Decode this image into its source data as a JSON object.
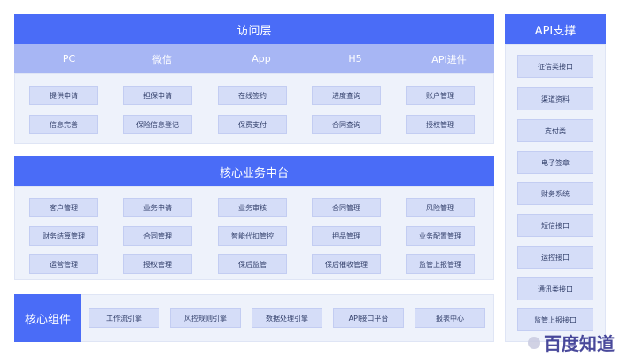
{
  "access_layer": {
    "title": "访问层",
    "tabs": [
      "PC",
      "微信",
      "App",
      "H5",
      "API进件"
    ],
    "rows": [
      [
        "提供申请",
        "担保申请",
        "在线签约",
        "进度查询",
        "账户管理"
      ],
      [
        "信息完善",
        "保险信息登记",
        "保费支付",
        "合同查询",
        "授权管理"
      ]
    ]
  },
  "core_platform": {
    "title": "核心业务中台",
    "rows": [
      [
        "客户管理",
        "业务申请",
        "业务审核",
        "合同管理",
        "风险管理"
      ],
      [
        "财务结算管理",
        "合同管理",
        "智能代扣管控",
        "押品管理",
        "业务配置管理"
      ],
      [
        "运营管理",
        "授权管理",
        "保后监管",
        "保后催收管理",
        "监管上报管理"
      ]
    ]
  },
  "core_components": {
    "title": "核心组件",
    "items": [
      "工作流引擎",
      "风控规则引擎",
      "数据处理引擎",
      "API接口平台",
      "报表中心"
    ]
  },
  "api_support": {
    "title": "API支撑",
    "items": [
      "征信类接口",
      "渠道资料",
      "支付类",
      "电子签章",
      "财务系统",
      "短信接口",
      "运控接口",
      "通讯类接口",
      "监管上报接口"
    ]
  },
  "watermark": {
    "text": "百度知道"
  }
}
